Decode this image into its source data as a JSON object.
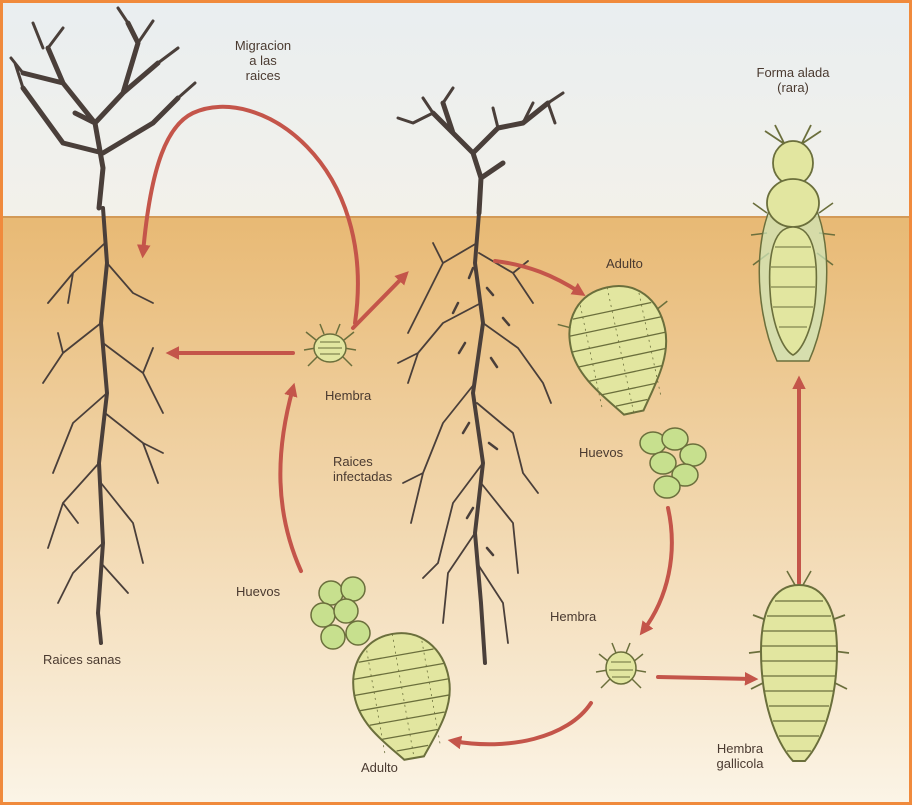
{
  "colors": {
    "sky_top": "#e9eef0",
    "sky_bottom": "#f3f1ea",
    "soil_top": "#e8b974",
    "soil_bottom": "#fbf4e6",
    "arrow": "#c4554a",
    "root": "#4a3f3a",
    "insect_fill": "#e2e6a0",
    "insect_stroke": "#6b6f3c",
    "egg_fill": "#c7e08e",
    "wing_fill": "#cfe6b8",
    "frame": "#f08a3c"
  },
  "labels": {
    "migracion": [
      "Migracion",
      "a las",
      "raices"
    ],
    "forma_alada": [
      "Forma alada",
      "(rara)"
    ],
    "adulto_top": "Adulto",
    "hembra_center": "Hembra",
    "raices_infectadas": [
      "Raices",
      "infectadas"
    ],
    "huevos_right": "Huevos",
    "huevos_left": "Huevos",
    "hembra_lower": "Hembra",
    "raices_sanas": "Raices sanas",
    "adulto_bottom": "Adulto",
    "hembra_gallicola": [
      "Hembra",
      "gallicola"
    ]
  },
  "icons": {
    "healthy_plant": "vine-healthy-icon",
    "infected_plant": "vine-infected-icon",
    "adult": "phylloxera-adult-icon",
    "eggs": "egg-cluster-icon",
    "female": "phylloxera-female-icon",
    "winged": "winged-form-icon",
    "gall_female": "gall-female-icon"
  }
}
